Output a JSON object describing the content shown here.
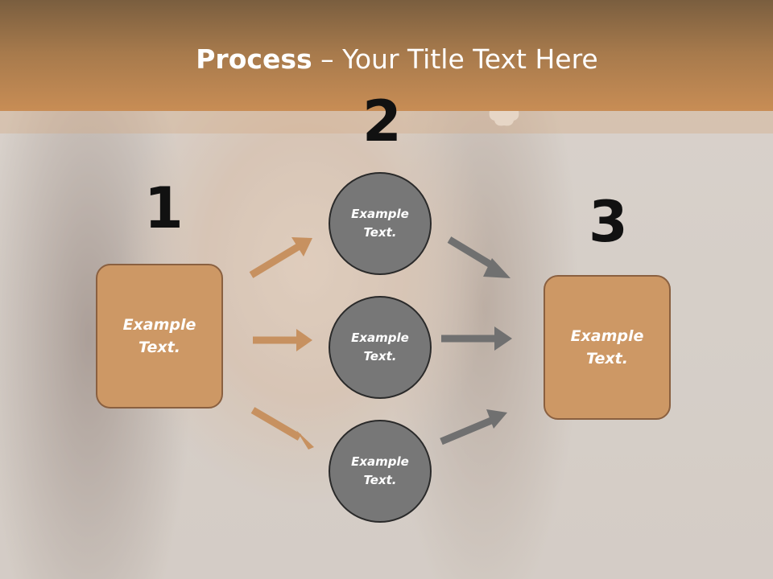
{
  "slide": {
    "title_bold": "Process",
    "title_rest": " – Your Title Text Here",
    "step_numbers": [
      "1",
      "2",
      "3"
    ],
    "box_left": {
      "line1": "Example",
      "line2": "Text."
    },
    "box_right": {
      "line1": "Example",
      "line2": "Text."
    },
    "circles": [
      {
        "line1": "Example",
        "line2": "Text."
      },
      {
        "line1": "Example",
        "line2": "Text."
      },
      {
        "line1": "Example",
        "line2": "Text."
      }
    ]
  },
  "colors": {
    "header": "#c88d55",
    "box_fill": "#cd9865",
    "circle_fill": "#777777",
    "arrow_orange": "#c79160",
    "arrow_gray": "#707070"
  }
}
